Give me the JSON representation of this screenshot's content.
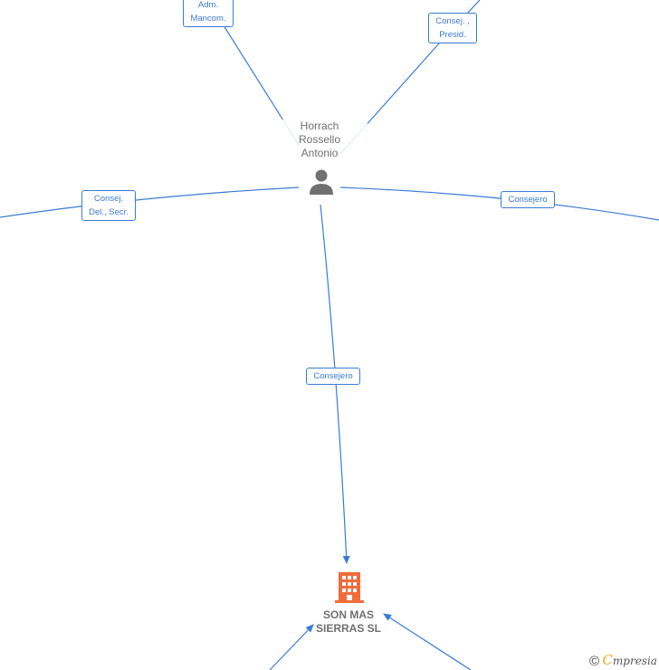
{
  "person": {
    "name": "Horrach\nRossello\nAntonio",
    "icon": "person-icon"
  },
  "company": {
    "name": "SON MAS\nSIERRAS  SL",
    "icon": "building-icon",
    "color": "#f26b3a"
  },
  "relations": {
    "adm_mancom": "Adm.\nMancom.",
    "consej_presid": "Consej. ,\nPresid.",
    "consej_del_secr": "Consej.\nDel., Secr.",
    "consejero_right": "Consejero",
    "consejero_company": "Consejero"
  },
  "edge_color": "#3a7bd5",
  "brand": {
    "copyright": "©",
    "initial": "C",
    "rest": "mpresia"
  }
}
